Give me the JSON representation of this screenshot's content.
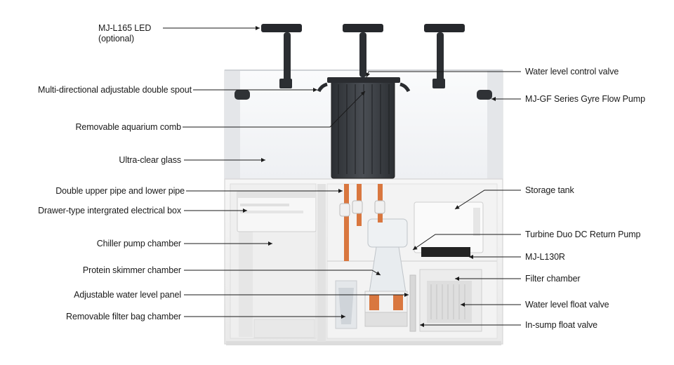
{
  "diagram": {
    "labels_left": [
      {
        "id": "led",
        "text": "MJ-L165 LED",
        "subtext": "(optional)"
      },
      {
        "id": "spout",
        "text": "Multi-directional adjustable double spout"
      },
      {
        "id": "comb",
        "text": "Removable aquarium comb"
      },
      {
        "id": "glass",
        "text": "Ultra-clear glass"
      },
      {
        "id": "pipes",
        "text": "Double upper pipe and lower pipe"
      },
      {
        "id": "electrical",
        "text": "Drawer-type intergrated electrical box"
      },
      {
        "id": "chiller",
        "text": "Chiller pump chamber"
      },
      {
        "id": "skimmer",
        "text": "Protein skimmer chamber"
      },
      {
        "id": "panel",
        "text": "Adjustable water level panel"
      },
      {
        "id": "filterbag",
        "text": "Removable filter bag chamber"
      }
    ],
    "labels_right": [
      {
        "id": "control-valve",
        "text": "Water level control valve"
      },
      {
        "id": "gyre",
        "text": "MJ-GF Series Gyre Flow Pump"
      },
      {
        "id": "storage",
        "text": "Storage tank"
      },
      {
        "id": "return-pump",
        "text": "Turbine Duo DC Return Pump"
      },
      {
        "id": "mj-l130r",
        "text": "MJ-L130R"
      },
      {
        "id": "filter",
        "text": "Filter chamber"
      },
      {
        "id": "float-valve",
        "text": "Water level float valve"
      },
      {
        "id": "insump",
        "text": "In-sump float valve"
      }
    ],
    "colors": {
      "pipe": "#d9773f",
      "comb": "#3a3d42",
      "cabinet": "#f1f1f1",
      "glass": "#f4f5f7",
      "line": "#1a1a1a"
    }
  }
}
